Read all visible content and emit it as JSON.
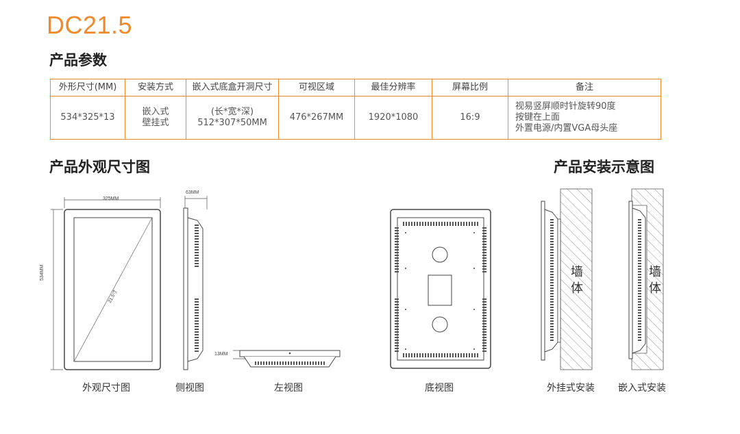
{
  "model": "DC21.5",
  "sections": {
    "params": "产品参数",
    "dimensions": "产品外观尺寸图",
    "install": "产品安装示意图"
  },
  "spec_table": {
    "headers": [
      "外形尺寸(MM)",
      "安装方式",
      "嵌入式底盒开洞尺寸",
      "可视区域",
      "最佳分辨率",
      "屏幕比例",
      "备注"
    ],
    "row": [
      "534*325*13",
      "嵌入式\n壁挂式",
      "(长*宽*深)\n512*307*50MM",
      "476*267MM",
      "1920*1080",
      "16:9",
      "视易竖屏顺时针旋转90度\n按键在上面\n外置电源/内置VGA母头座"
    ]
  },
  "dimensions": {
    "width": "325MM",
    "height": "534MM",
    "depth": "63MM",
    "thickness": "13MM",
    "diagonal": "21.5寸"
  },
  "captions": {
    "front": "外观尺寸图",
    "side": "侧视图",
    "left": "左视图",
    "bottom": "底视图",
    "wall_mount": "外挂式安装",
    "embed_mount": "嵌入式安装"
  },
  "wall_text": "墙\n体",
  "colors": {
    "accent": "#ee8a2a"
  }
}
